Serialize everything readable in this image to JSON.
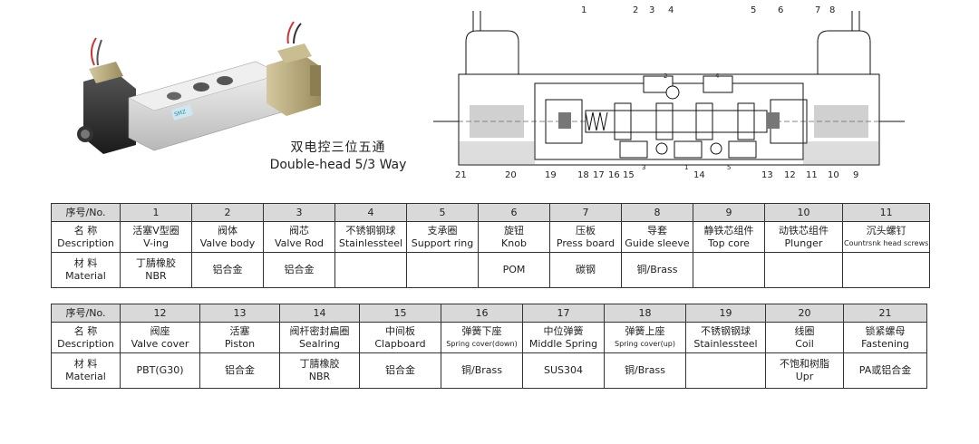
{
  "caption": {
    "cn": "双电控三位五通",
    "en": "Double-head 5/3 Way"
  },
  "photo": {
    "brand_mark": "SMZ"
  },
  "drawing": {
    "leaders_top": [
      "1",
      "2",
      "3",
      "4",
      "5",
      "6",
      "7",
      "8"
    ],
    "leaders_bottom": [
      "21",
      "20",
      "19",
      "18",
      "17",
      "16",
      "15",
      "14",
      "13",
      "12",
      "11",
      "10",
      "9"
    ],
    "port_marks": [
      "2",
      "4",
      "3",
      "1",
      "5"
    ]
  },
  "table1": {
    "row_labels": {
      "no": "序号/No.",
      "desc_cn": "名 称",
      "desc_en": "Description",
      "mat_cn": "材 料",
      "mat_en": "Material"
    },
    "numbers": [
      "1",
      "2",
      "3",
      "4",
      "5",
      "6",
      "7",
      "8",
      "9",
      "10",
      "11"
    ],
    "desc_cn": [
      "活塞V型圈",
      "阀体",
      "阀芯",
      "不锈钢钢球",
      "支承圈",
      "旋钮",
      "压板",
      "导套",
      "静铁芯组件",
      "动铁芯组件",
      "沉头螺钉"
    ],
    "desc_en": [
      "V-ing",
      "Valve body",
      "Valve Rod",
      "Stainlessteel",
      "Support ring",
      "Knob",
      "Press board",
      "Guide sleeve",
      "Top core",
      "Plunger",
      "Countrsnk head screws"
    ],
    "material_1": [
      "丁腈橡胶",
      "铝合金",
      "铝合金",
      "",
      "",
      "POM",
      "碳钢",
      "铜/Brass",
      "",
      "",
      ""
    ],
    "material_2": [
      "NBR",
      "",
      "",
      "",
      "",
      "",
      "",
      "",
      "",
      "",
      ""
    ]
  },
  "table2": {
    "row_labels": {
      "no": "序号/No.",
      "desc_cn": "名 称",
      "desc_en": "Description",
      "mat_cn": "材 料",
      "mat_en": "Material"
    },
    "numbers": [
      "12",
      "13",
      "14",
      "15",
      "16",
      "17",
      "18",
      "19",
      "20",
      "21"
    ],
    "desc_cn": [
      "阀座",
      "活塞",
      "阀杆密封扁圈",
      "中间板",
      "弹簧下座",
      "中位弹簧",
      "弹簧上座",
      "不锈钢钢球",
      "线圈",
      "锁紧螺母"
    ],
    "desc_en": [
      "Valve cover",
      "Piston",
      "Sealring",
      "Clapboard",
      "Spring cover(down)",
      "Middle Spring",
      "Spring cover(up)",
      "Stainlessteel",
      "Coil",
      "Fastening"
    ],
    "material_1": [
      "PBT(G30)",
      "铝合金",
      "丁腈橡胶",
      "铝合金",
      "铜/Brass",
      "SUS304",
      "铜/Brass",
      "",
      "不饱和树脂",
      "PA或铝合金"
    ],
    "material_2": [
      "",
      "",
      "NBR",
      "",
      "",
      "",
      "",
      "",
      "Upr",
      ""
    ]
  }
}
